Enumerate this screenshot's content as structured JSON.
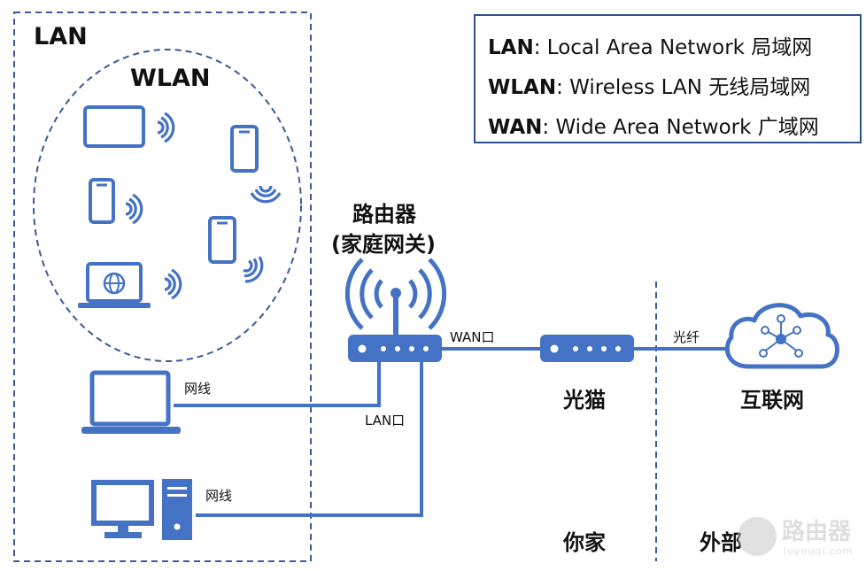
{
  "labels": {
    "lan": "LAN",
    "wlan": "WLAN",
    "router_name": "路由器",
    "router_sub": "(家庭网关)",
    "wan_port": "WAN口",
    "lan_port": "LAN口",
    "cable_1": "网线",
    "cable_2": "网线",
    "modem": "光猫",
    "fiber": "光纤",
    "internet": "互联网",
    "home": "你家",
    "outside": "外部"
  },
  "legend": [
    {
      "term": "LAN",
      "desc": ": Local Area Network 局域网"
    },
    {
      "term": "WLAN",
      "desc": ": Wireless LAN 无线局域网"
    },
    {
      "term": "WAN",
      "desc": ": Wide Area Network 广域网"
    }
  ],
  "watermark": {
    "text": "路由器",
    "sub": "luyouqi.com"
  },
  "colors": {
    "accent": "#4472c4",
    "border": "#2f4f8f"
  },
  "icons": [
    "tablet-icon",
    "phone-icon",
    "laptop-icon",
    "wifi-signal-icon",
    "router-icon",
    "modem-icon",
    "cloud-network-icon",
    "desktop-pc-icon"
  ]
}
